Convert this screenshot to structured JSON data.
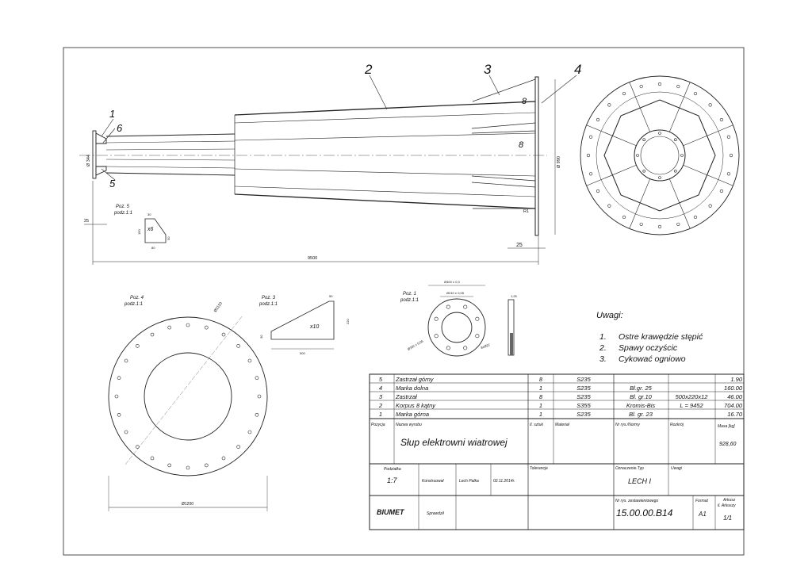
{
  "callouts": {
    "c1": "1",
    "c2": "2",
    "c3": "3",
    "c4": "4",
    "c5": "5",
    "c6": "6",
    "c8a": "8",
    "c8b": "8"
  },
  "main_dims": {
    "overall_length": "9500",
    "flange_offset": "25",
    "left_offset": "25",
    "left_diameter": "Ø 344",
    "right_diameter": "Ø 990",
    "fillet": "R1"
  },
  "poz5": {
    "title": "Poz. 5",
    "scale": "podz.1:1",
    "qty": "x6",
    "dims": [
      "30",
      "150",
      "50",
      "80"
    ]
  },
  "poz4": {
    "title": "Poz. 4",
    "scale": "podz.1:1",
    "outer_dia": "Ø1200",
    "bolt_circle": "Ø1110"
  },
  "poz3": {
    "title": "Poz. 3",
    "scale": "podz.1:1",
    "qty": "x10",
    "dims": [
      "50",
      "220",
      "500",
      "30"
    ]
  },
  "poz1": {
    "title": "Poz. 1",
    "scale": "podz.1:1",
    "outer": "Ø400 ± 0,3",
    "bc": "Ø210 ± 0,05",
    "hole": "Ø332 ± 0,05",
    "bolt": "8xØ22",
    "thk": "1,25"
  },
  "uwagi": {
    "title": "Uwagi:",
    "items": [
      {
        "n": "1.",
        "text": "Ostre krawędzie stępić"
      },
      {
        "n": "2.",
        "text": "Spawy oczyścic"
      },
      {
        "n": "3.",
        "text": "Cykować ogniowo"
      }
    ]
  },
  "parts": [
    {
      "poz": "5",
      "name": "Zastrzał górny",
      "qty": "8",
      "mat": "S235",
      "norm": "",
      "dims": "",
      "mass": "1.90"
    },
    {
      "poz": "4",
      "name": "Marka dolna",
      "qty": "1",
      "mat": "S235",
      "norm": "Bl.gr. 25",
      "dims": "",
      "mass": "160.00"
    },
    {
      "poz": "3",
      "name": "Zastrzał",
      "qty": "8",
      "mat": "S235",
      "norm": "Bl. gr.10",
      "dims": "500x220x12",
      "mass": "46.00"
    },
    {
      "poz": "2",
      "name": "Korpus 8 kątny",
      "qty": "1",
      "mat": "S355",
      "norm": "Kromis-Bis",
      "dims": "L = 9452",
      "mass": "704.00"
    },
    {
      "poz": "1",
      "name": "Marka górna",
      "qty": "1",
      "mat": "S235",
      "norm": "Bl. gr. 23",
      "dims": "",
      "mass": "16.70"
    }
  ],
  "title_block": {
    "h_pozycja": "Pozycja",
    "h_nazwa": "Nazwa wyrobu",
    "h_szt": "Il. sztuk",
    "h_mat": "Materiał",
    "h_nr": "Nr rys./Normy",
    "h_rozkroj": "Rozkrój",
    "h_masa": "Masa [kg]",
    "title": "Słup elektrowni wiatrowej",
    "total_mass": "928,60",
    "h_podzialka": "Podziałka",
    "scale": "1:7",
    "konstruowal": "Konstruował",
    "konstruktor": "Lech Palka",
    "date": "02.11.2014r.",
    "h_tolerancje": "Tolerancje",
    "h_oznaczenie": "Oznaczenie.Typ",
    "oznaczenie": "LECH I",
    "h_uwagi": "Uwagi",
    "company": "BIUMET",
    "sprawdzil": "Sprawdził",
    "h_nr_zest": "Nr rys. zestawieniowego",
    "nr_zest": "15.00.00.B14",
    "h_format": "Format",
    "format": "A1",
    "h_arkusz": "Arkusz",
    "h_ilark": "il. Arkuszy",
    "arkusz": "1/1"
  }
}
